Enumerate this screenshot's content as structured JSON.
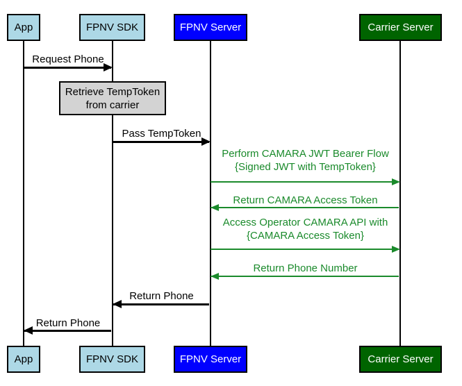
{
  "diagram": {
    "type": "sequence-diagram",
    "background": "#FFFFFF",
    "actors": [
      {
        "id": "app",
        "label": "App",
        "fill": "#ADD8E6",
        "text_color": "#000000"
      },
      {
        "id": "fpnv-sdk",
        "label": "FPNV SDK",
        "fill": "#ADD8E6",
        "text_color": "#000000"
      },
      {
        "id": "fpnv-server",
        "label": "FPNV Server",
        "fill": "#0000FF",
        "text_color": "#FFFFFF"
      },
      {
        "id": "carrier-server",
        "label": "Carrier Server",
        "fill": "#006400",
        "text_color": "#FFFFFF"
      }
    ],
    "note": {
      "lines": [
        "Retrieve TempToken",
        "from carrier"
      ],
      "over": "FPNV SDK",
      "fill": "#D3D3D3",
      "border_color": "#000000"
    },
    "messages": [
      {
        "label": "Request Phone",
        "from": "App",
        "to": "FPNV SDK",
        "color": "#000000"
      },
      {
        "label": "Pass TempToken",
        "from": "FPNV SDK",
        "to": "FPNV Server",
        "color": "#000000"
      },
      {
        "lines": [
          "Perform CAMARA JWT Bearer Flow",
          "{Signed JWT with TempToken}"
        ],
        "from": "FPNV Server",
        "to": "Carrier Server",
        "color": "#1A8A2B"
      },
      {
        "label": "Return CAMARA Access Token",
        "from": "Carrier Server",
        "to": "FPNV Server",
        "color": "#1A8A2B"
      },
      {
        "lines": [
          "Access Operator CAMARA API with",
          "{CAMARA Access Token}"
        ],
        "from": "FPNV Server",
        "to": "Carrier Server",
        "color": "#1A8A2B"
      },
      {
        "label": "Return Phone Number",
        "from": "Carrier Server",
        "to": "FPNV Server",
        "color": "#1A8A2B"
      },
      {
        "label": "Return Phone",
        "from": "FPNV Server",
        "to": "FPNV SDK",
        "color": "#000000"
      },
      {
        "label": "Return Phone",
        "from": "FPNV SDK",
        "to": "App",
        "color": "#000000"
      }
    ]
  }
}
